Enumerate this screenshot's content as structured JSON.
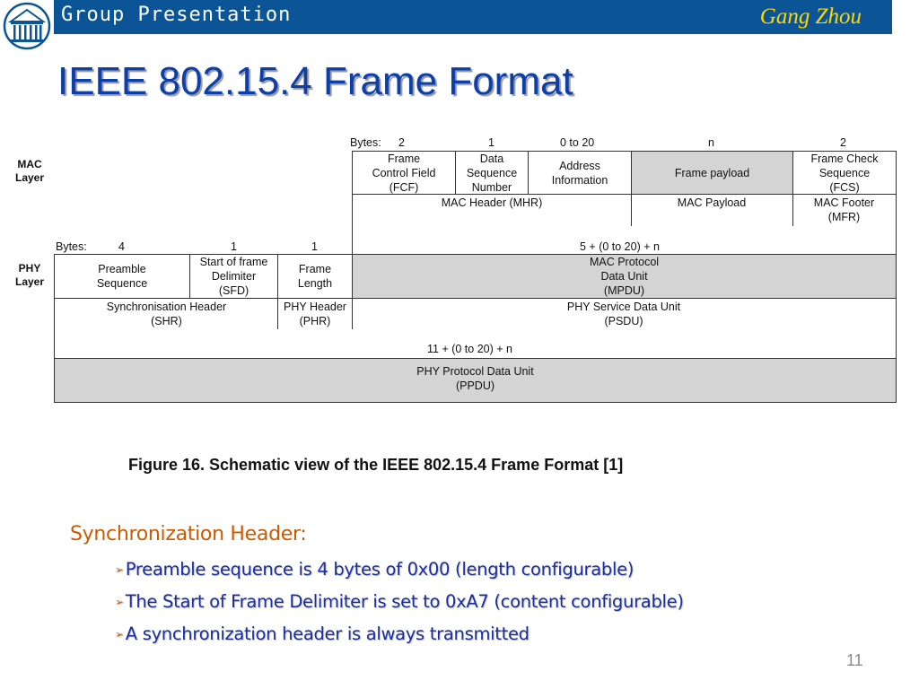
{
  "header": {
    "title": "Group Presentation",
    "author": "Gang Zhou",
    "logo_icon": "university-building-icon"
  },
  "slide": {
    "title": "IEEE 802.15.4 Frame Format",
    "page_number": "11"
  },
  "diagram": {
    "mac_layer_label": "MAC\nLayer",
    "phy_layer_label": "PHY\nLayer",
    "mac_bytes_label": "Bytes:",
    "mac_byte_sizes": [
      "2",
      "1",
      "0 to 20",
      "n",
      "2"
    ],
    "mac_fields": [
      "Frame\nControl Field\n(FCF)",
      "Data\nSequence\nNumber",
      "Address\nInformation",
      "Frame payload",
      "Frame Check\nSequence\n(FCS)"
    ],
    "mac_groups": [
      "MAC Header (MHR)",
      "MAC Payload",
      "MAC Footer\n(MFR)"
    ],
    "phy_bytes_label": "Bytes:",
    "phy_byte_sizes": [
      "4",
      "1",
      "1",
      "5 + (0 to 20) + n"
    ],
    "phy_fields": [
      "Preamble\nSequence",
      "Start of frame\nDelimiter\n(SFD)",
      "Frame\nLength",
      "MAC Protocol\nData Unit\n(MPDU)"
    ],
    "phy_groups": [
      "Synchronisation Header\n(SHR)",
      "PHY Header\n(PHR)",
      "PHY Service Data Unit\n(PSDU)"
    ],
    "ppdu_size": "11 + (0 to 20) + n",
    "ppdu_label": "PHY Protocol Data Unit\n(PPDU)",
    "caption": "Figure 16. Schematic view of the IEEE 802.15.4 Frame Format [1]"
  },
  "content": {
    "heading": "Synchronization Header:",
    "bullet_glyph": "➢",
    "bullets": [
      "Preamble sequence is 4 bytes of 0x00 (length configurable)",
      "The Start of Frame Delimiter is set to 0xA7 (content configurable)",
      "A synchronization header is always transmitted"
    ]
  },
  "colors": {
    "header_bar": "#0b5596",
    "title": "#0d3fa8",
    "heading": "#cc5a00",
    "bullet_text": "#1a2ea0",
    "author": "#ffd700",
    "cell_gray": "#d4d4d4"
  }
}
